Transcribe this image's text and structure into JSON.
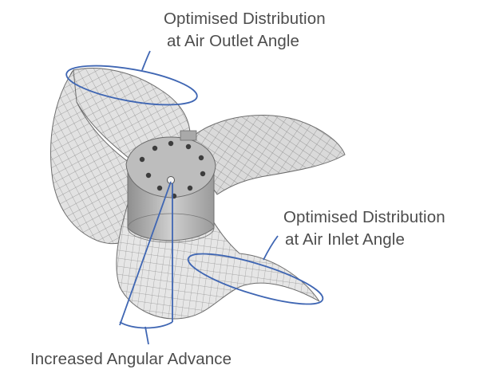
{
  "annotations": {
    "outlet": {
      "line1": "Optimised Distribution",
      "line2": "at Air Outlet Angle"
    },
    "inlet": {
      "line1": "Optimised Distribution",
      "line2": "at Air Inlet Angle"
    },
    "advance": {
      "text": "Increased Angular Advance"
    }
  },
  "colors": {
    "callout_blue": "#3f66b3",
    "label_text": "#4d4d4d",
    "blade_fill": "#dcdcdc",
    "mesh_line": "#8a8a8a",
    "hub_face": "#b8b8b8"
  },
  "icons": {
    "figure": "axial-fan-impeller-mesh"
  }
}
